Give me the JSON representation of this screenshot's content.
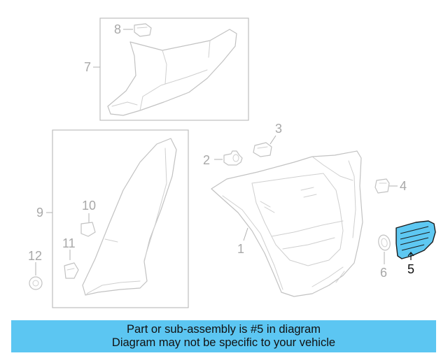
{
  "callouts": {
    "c1": "1",
    "c2": "2",
    "c3": "3",
    "c4": "4",
    "c5": "5",
    "c6": "6",
    "c7": "7",
    "c8": "8",
    "c9": "9",
    "c10": "10",
    "c11": "11",
    "c12": "12"
  },
  "highlighted_part": "5",
  "colors": {
    "highlight": "#5cc6f2",
    "outline": "#c2c2c2",
    "banner": "#5cc6f2"
  },
  "banner": {
    "line1": "Part or sub-assembly is #5 in diagram",
    "line2": "Diagram may not be specific to your vehicle"
  }
}
